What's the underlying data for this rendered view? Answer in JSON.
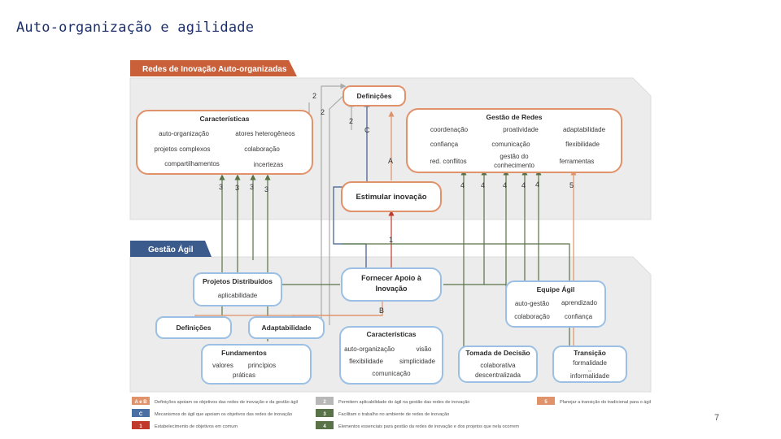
{
  "title": "Auto-organização e agilidade",
  "page_number": "7",
  "panels": {
    "top_header": "Redes de Inovação Auto-organizadas",
    "bottom_header": "Gestão Ágil"
  },
  "boxes": {
    "definicoes_top": {
      "title": "Definições"
    },
    "caracteristicas_top": {
      "title": "Características",
      "items": [
        "auto-organização",
        "atores heterogêneos",
        "projetos complexos",
        "colaboração",
        "compartilhamentos",
        "incertezas"
      ]
    },
    "gestao_redes": {
      "title": "Gestão de Redes",
      "items": [
        "coordenação",
        "proatividade",
        "adaptabilidade",
        "confiança",
        "comunicação",
        "flexibilidade",
        "red. conflitos",
        "gestão do conhecimento",
        "ferramentas"
      ]
    },
    "estimular": {
      "title": "Estimular inovação"
    },
    "fornecer": {
      "title": "Fornecer Apoio à Inovação"
    },
    "projetos_distribuidos": {
      "title": "Projetos Distribuídos",
      "items": [
        "aplicabilidade"
      ]
    },
    "equipe_agil": {
      "title": "Equipe Ágil",
      "items": [
        "auto-gestão",
        "aprendizado",
        "colaboração",
        "confiança"
      ]
    },
    "definicoes_bottom": {
      "title": "Definições"
    },
    "adaptabilidade": {
      "title": "Adaptabilidade"
    },
    "fundamentos": {
      "title": "Fundamentos",
      "items": [
        "valores",
        "princípios",
        "práticas"
      ]
    },
    "caracteristicas_bottom": {
      "title": "Características",
      "items": [
        "auto-organização",
        "visão",
        "flexibilidade",
        "simplicidade",
        "comunicação"
      ]
    },
    "tomada_decisao": {
      "title": "Tomada de Decisão",
      "items": [
        "colaborativa",
        "descentralizada"
      ]
    },
    "transicao": {
      "title": "Transição",
      "items": [
        "formalidade",
        "↔",
        "informalidade"
      ]
    }
  },
  "labels": {
    "l2a": "2",
    "l2b": "2",
    "l2c": "2",
    "lC": "C",
    "lA": "A",
    "lB": "B",
    "l1": "1",
    "l3a": "3",
    "l3b": "3",
    "l3c": "3",
    "l3d": "3",
    "l4a": "4",
    "l4b": "4",
    "l4c": "4",
    "l4d": "4",
    "l4e": "4",
    "l5": "5"
  },
  "legend": [
    {
      "badge": "A e B",
      "color": "#e0926a",
      "text": "Definições apoiam os objetivos das redes de inovação e da gestão ágil"
    },
    {
      "badge": "C",
      "color": "#4a6fa5",
      "text": "Mecanismos do ágil que apoiam os objetivos das redes de inovação"
    },
    {
      "badge": "1",
      "color": "#c0392b",
      "text": "Estabelecimento de objetivos em comum"
    },
    {
      "badge": "2",
      "color": "#b8b8b8",
      "text": "Permitem aplicabilidade do ágil na gestão das redes de inovação"
    },
    {
      "badge": "3",
      "color": "#5a7247",
      "text": "Facilitam o trabalho no ambiente de redes de inovação"
    },
    {
      "badge": "4",
      "color": "#5a7247",
      "text": "Elementos essenciais para gestão da redes de inovação e dos projetos que nela ocorrem"
    },
    {
      "badge": "5",
      "color": "#e0926a",
      "text": "Planejar a transição do tradicional para o ágil"
    }
  ],
  "colors": {
    "orange": "#e0926a",
    "blue": "#9cc0e3",
    "navy": "#3b5b8c",
    "gray_panel": "#e9e9e9",
    "green_arrow": "#5a7247",
    "red_arrow": "#c0392b"
  }
}
